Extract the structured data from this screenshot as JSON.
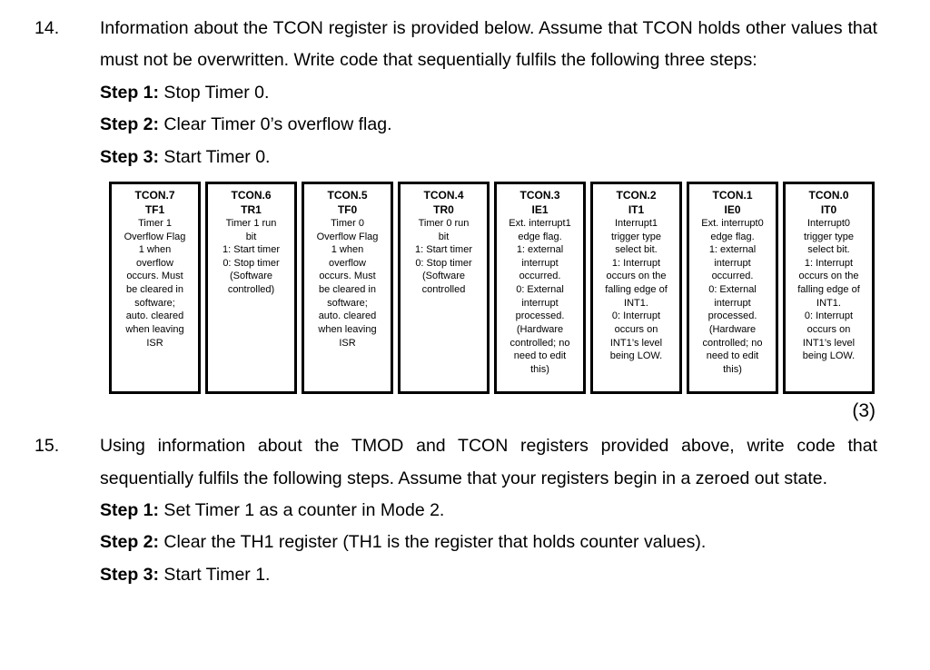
{
  "q14": {
    "number": "14.",
    "body": "Information about the TCON register is provided below. Assume that TCON holds other values that must not be overwritten. Write code that sequentially fulfils the following three steps:",
    "steps": [
      {
        "label": "Step 1:",
        "text": " Stop Timer 0."
      },
      {
        "label": "Step 2:",
        "text": " Clear Timer 0’s overflow flag."
      },
      {
        "label": "Step 3:",
        "text": " Start Timer 0."
      }
    ],
    "marks": "(3)"
  },
  "register_table": {
    "cells": [
      {
        "bit": "TCON.7",
        "name": "TF1",
        "description": "Timer 1\nOverflow Flag\n1 when\noverflow\noccurs. Must\nbe cleared in\nsoftware;\nauto. cleared\nwhen leaving\nISR"
      },
      {
        "bit": "TCON.6",
        "name": "TR1",
        "description": "Timer 1 run\nbit\n1: Start timer\n0: Stop timer\n(Software\ncontrolled)"
      },
      {
        "bit": "TCON.5",
        "name": "TF0",
        "description": "Timer 0\nOverflow Flag\n1 when\noverflow\noccurs. Must\nbe cleared in\nsoftware;\nauto. cleared\nwhen leaving\nISR"
      },
      {
        "bit": "TCON.4",
        "name": "TR0",
        "description": "Timer 0 run\nbit\n1: Start timer\n0: Stop timer\n(Software\ncontrolled"
      },
      {
        "bit": "TCON.3",
        "name": "IE1",
        "description": "Ext. interrupt1\nedge flag.\n1: external\ninterrupt\noccurred.\n0: External\ninterrupt\nprocessed.\n(Hardware\ncontrolled; no\nneed to edit\nthis)"
      },
      {
        "bit": "TCON.2",
        "name": "IT1",
        "description": "Interrupt1\ntrigger type\nselect bit.\n1: Interrupt\noccurs on the\nfalling edge of\nINT1.\n0: Interrupt\noccurs on\nINT1’s level\nbeing LOW."
      },
      {
        "bit": "TCON.1",
        "name": "IE0",
        "description": "Ext. interrupt0\nedge flag.\n1: external\ninterrupt\noccurred.\n0: External\ninterrupt\nprocessed.\n(Hardware\ncontrolled; no\nneed to edit\nthis)"
      },
      {
        "bit": "TCON.0",
        "name": "IT0",
        "description": "Interrupt0\ntrigger type\nselect bit.\n1: Interrupt\noccurs on the\nfalling edge of\nINT1.\n0: Interrupt\noccurs on\nINT1’s level\nbeing LOW."
      }
    ]
  },
  "q15": {
    "number": "15.",
    "body": "Using information about the TMOD and TCON registers provided above, write code that sequentially fulfils the following steps. Assume that your registers begin in a zeroed out state.",
    "steps": [
      {
        "label": "Step 1:",
        "text": " Set Timer 1 as a counter in Mode 2."
      },
      {
        "label": "Step 2:",
        "text": " Clear the TH1 register (TH1 is the register that holds counter values)."
      },
      {
        "label": "Step 3:",
        "text": " Start Timer 1."
      }
    ]
  }
}
